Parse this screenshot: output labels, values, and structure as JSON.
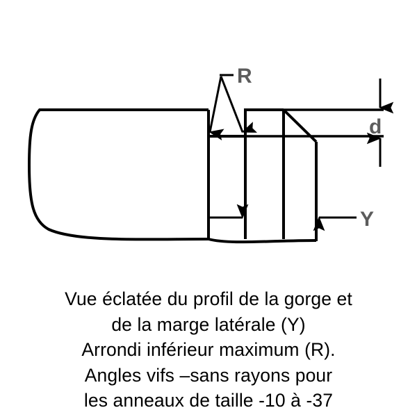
{
  "figure": {
    "type": "engineering-cross-section-drawing",
    "description": "Exploded view of groove profile and side margin of a ring seal cross-section",
    "background_color": "#ffffff",
    "line_color": "#000000",
    "label_color": "#5c5c5c",
    "dimension_labels": {
      "radius": "R",
      "depth": "d",
      "side_margin": "Y"
    }
  },
  "caption": {
    "lines": [
      "Vue éclatée du profil de la gorge et",
      "de la marge latérale (Y)",
      "Arrondi inférieur maximum (R).",
      "Angles vifs –sans rayons pour",
      "les anneaux de taille -10 à -37"
    ]
  }
}
